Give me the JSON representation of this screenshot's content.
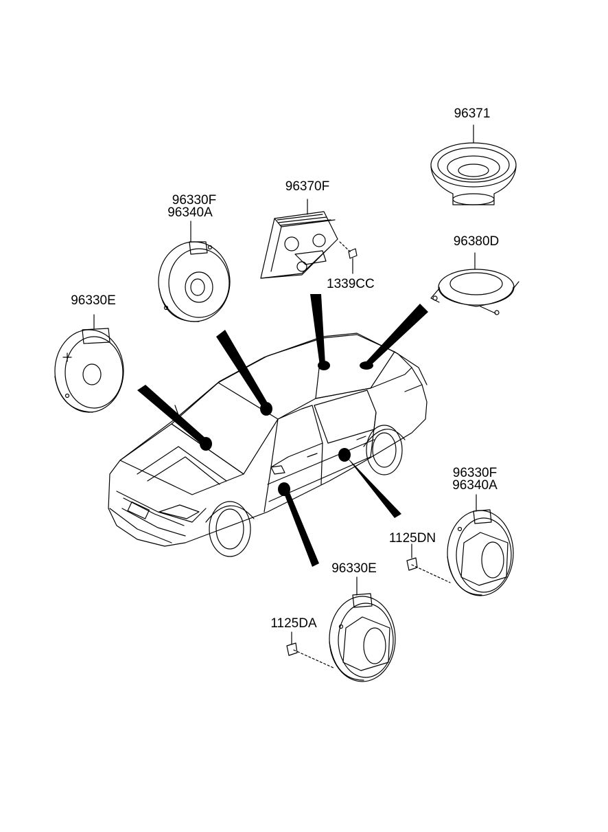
{
  "colors": {
    "ink": "#000000",
    "paper": "#ffffff"
  },
  "labels": {
    "rear_woofer": "96371",
    "amplifier": "96370F",
    "amp_nut": "1339CC",
    "rear_tweeter": "96380D",
    "front_left_upper_a": "96330F",
    "front_left_upper_b": "96340A",
    "front_left_lower": "96330E",
    "front_right_a": "96330F",
    "front_right_b": "96340A",
    "screw_right": "1125DN",
    "rear_door_speaker": "96330E",
    "screw_lower": "1125DA"
  }
}
